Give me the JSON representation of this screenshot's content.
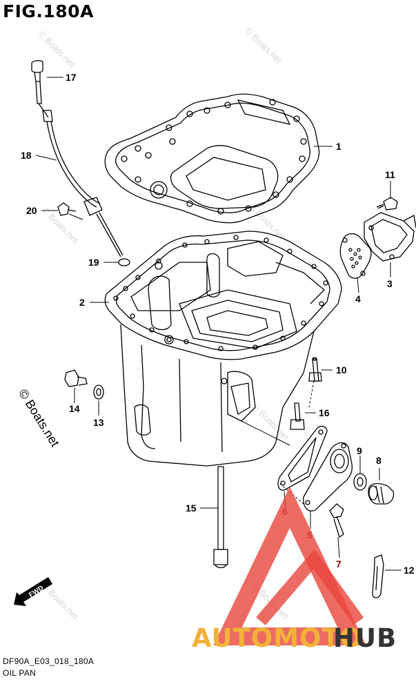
{
  "figure": {
    "title": "FIG.180A",
    "code": "DF90A_E03_018_180A",
    "name": "OIL PAN"
  },
  "copyright": "© Boats.net",
  "watermark": "© Boats.net",
  "logo": {
    "part1": "AUTOMOTO",
    "part2": "HUB",
    "colors": {
      "triangle": "#e8463c",
      "part1": "#f2b23a",
      "part2": "#333333"
    }
  },
  "fwd_label": "FWD",
  "callouts": [
    {
      "id": "1",
      "label": "1"
    },
    {
      "id": "2",
      "label": "2"
    },
    {
      "id": "3",
      "label": "3"
    },
    {
      "id": "4",
      "label": "4"
    },
    {
      "id": "5",
      "label": "5"
    },
    {
      "id": "6",
      "label": "6"
    },
    {
      "id": "7",
      "label": "7"
    },
    {
      "id": "8",
      "label": "8"
    },
    {
      "id": "9",
      "label": "9"
    },
    {
      "id": "10",
      "label": "10"
    },
    {
      "id": "11",
      "label": "11"
    },
    {
      "id": "12",
      "label": "12"
    },
    {
      "id": "13",
      "label": "13"
    },
    {
      "id": "14",
      "label": "14"
    },
    {
      "id": "15",
      "label": "15"
    },
    {
      "id": "16",
      "label": "16"
    },
    {
      "id": "17",
      "label": "17"
    },
    {
      "id": "18",
      "label": "18"
    },
    {
      "id": "19",
      "label": "19"
    },
    {
      "id": "20",
      "label": "20"
    }
  ]
}
